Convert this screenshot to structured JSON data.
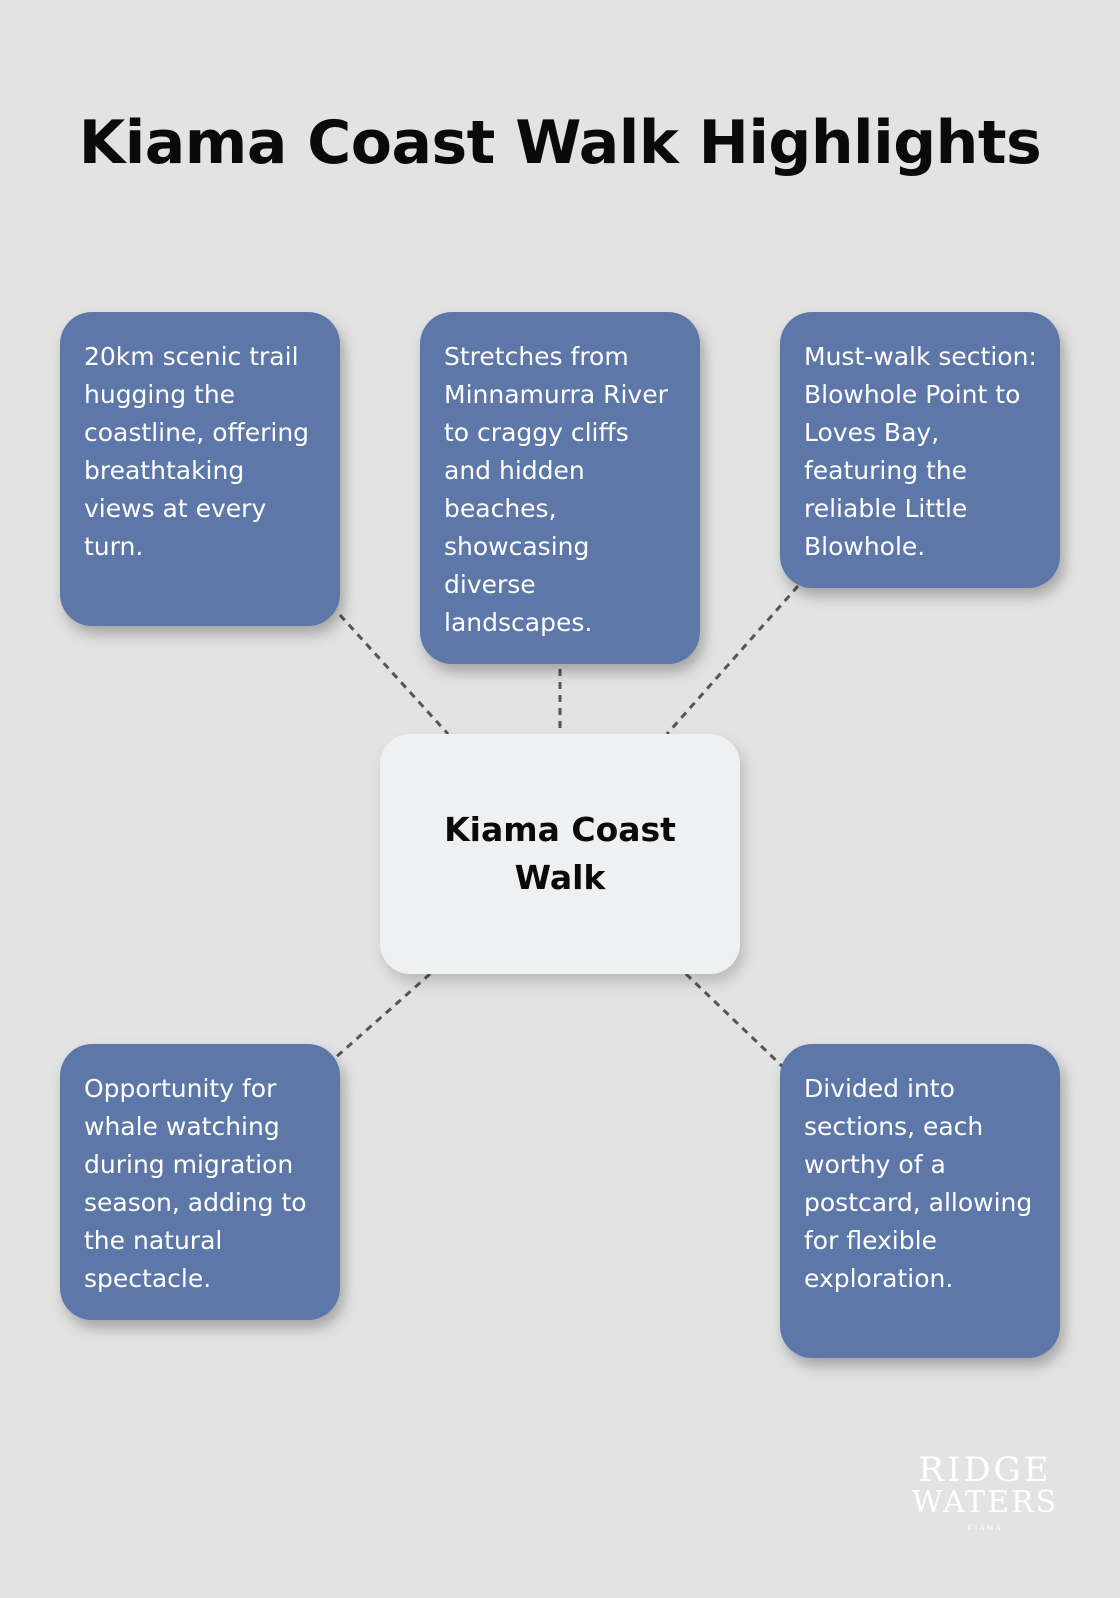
{
  "title": "Kiama Coast Walk Highlights",
  "center": "Kiama Coast Walk",
  "nodes": [
    {
      "id": "top-left",
      "text": "20km scenic trail hugging the coastline, offering breathtaking views at every turn."
    },
    {
      "id": "top-center",
      "text": "Stretches from Minnamurra River to craggy cliffs and hidden beaches, showcasing diverse landscapes."
    },
    {
      "id": "top-right",
      "text": "Must-walk section: Blowhole Point to Loves Bay, featuring the reliable Little Blowhole."
    },
    {
      "id": "bottom-left",
      "text": "Opportunity for whale watching during migration season, adding to the natural spectacle."
    },
    {
      "id": "bottom-right",
      "text": "Divided into sections, each worthy of a postcard, allowing for flexible exploration."
    }
  ],
  "logo": {
    "line1": "RIDGE",
    "line2": "WATERS",
    "line3": "KIAMA"
  },
  "colors": {
    "background": "#e2e3e2",
    "node_fill": "#5e77a9",
    "center_fill": "#eff0f2",
    "connector": "#555555"
  }
}
